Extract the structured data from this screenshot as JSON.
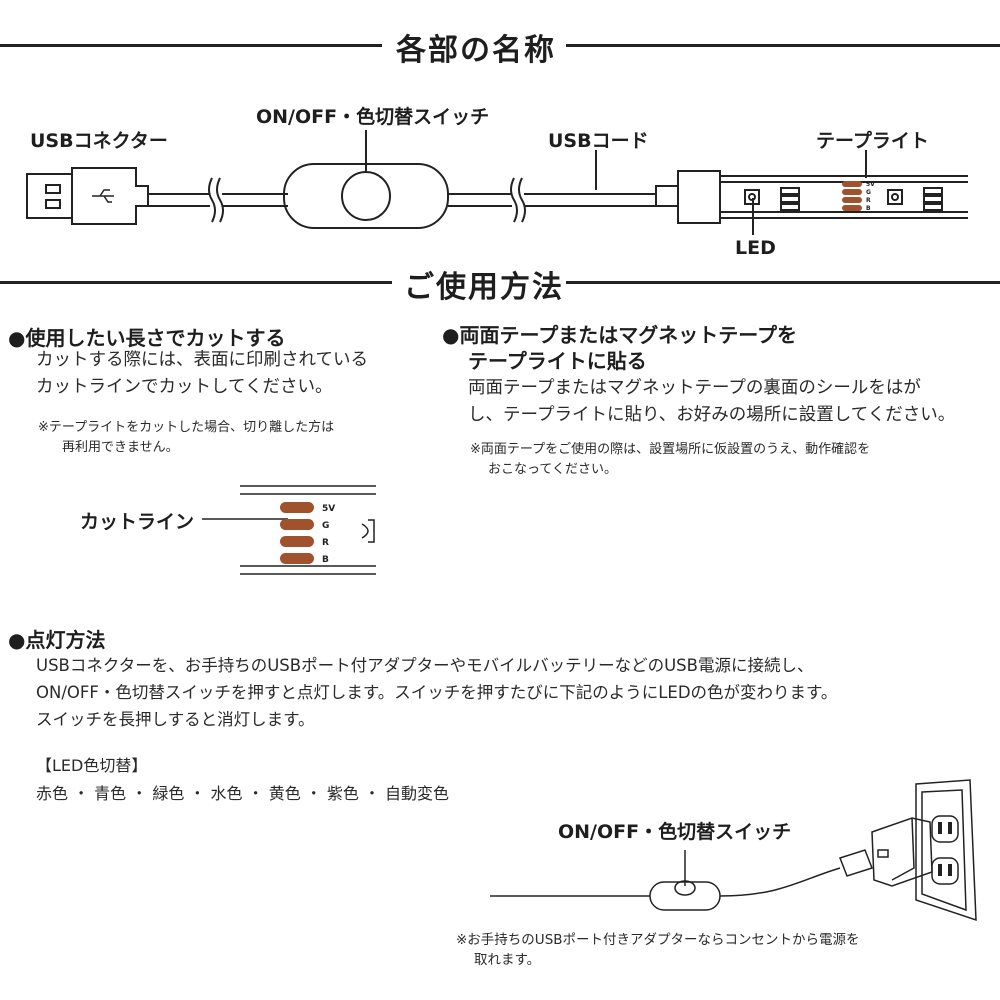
{
  "section_names": {
    "title": "各部の名称",
    "usb_connector": "USBコネクター",
    "switch": "ON/OFF・色切替スイッチ",
    "usb_cord": "USBコード",
    "tape_light": "テープライト",
    "led": "LED",
    "pad_labels": [
      "5V",
      "G",
      "R",
      "B"
    ]
  },
  "section_usage": {
    "title": "ご使用方法"
  },
  "cut": {
    "heading": "●使用したい長さでカットする",
    "body_lines": [
      "カットする際には、表面に印刷されている",
      "カットラインでカットしてください。"
    ],
    "note_lines": [
      "※テープライトをカットした場合、切り離した方は",
      "再利用できません。"
    ],
    "cut_line_label": "カットライン",
    "pad_labels": [
      "5V",
      "G",
      "R",
      "B"
    ]
  },
  "tape": {
    "heading_lines": [
      "●両面テープまたはマグネットテープを",
      "テープライトに貼る"
    ],
    "body_lines": [
      "両面テープまたはマグネットテープの裏面のシールをはが",
      "し、テープライトに貼り、お好みの場所に設置してください。"
    ],
    "note_lines": [
      "※両面テープをご使用の際は、設置場所に仮設置のうえ、動作確認を",
      "おこなってください。"
    ]
  },
  "lighting": {
    "heading": "●点灯方法",
    "body_lines": [
      "USBコネクターを、お手持ちのUSBポート付アダプターやモバイルバッテリーなどのUSB電源に接続し、",
      "ON/OFF・色切替スイッチを押すと点灯します。スイッチを押すたびに下記のようにLEDの色が変わります。",
      "スイッチを長押しすると消灯します。"
    ],
    "color_heading": "【LED色切替】",
    "color_sequence": "赤色 ・ 青色 ・ 緑色 ・ 水色 ・ 黄色 ・ 紫色 ・ 自動変色",
    "switch_label": "ON/OFF・色切替スイッチ",
    "note_lines": [
      "※お手持ちのUSBポート付きアダプターならコンセントから電源を",
      "取れます。"
    ]
  },
  "colors": {
    "line": "#222222",
    "pad": "#a0522d",
    "text": "#1e1e1e"
  }
}
